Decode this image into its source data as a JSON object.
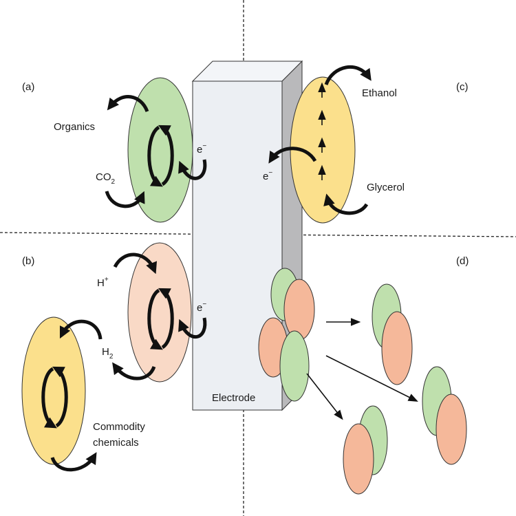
{
  "panels": {
    "a": "(a)",
    "b": "(b)",
    "c": "(c)",
    "d": "(d)"
  },
  "labels": {
    "organics": "Organics",
    "co2_main": "CO",
    "co2_sub": "2",
    "electron_a_main": "e",
    "electron_a_sup": "−",
    "electron_b_main": "e",
    "electron_b_sup": "−",
    "electron_c_main": "e",
    "electron_c_sup": "−",
    "ethanol": "Ethanol",
    "glycerol": "Glycerol",
    "hplus_main": "H",
    "hplus_sup": "+",
    "h2_main": "H",
    "h2_sub": "2",
    "commodity_line1": "Commodity",
    "commodity_line2": "chemicals",
    "electrode": "Electrode"
  },
  "colors": {
    "green_cell": "#bfe0ad",
    "yellow_cell": "#fbe08c",
    "peach_cell": "#f9d9c6",
    "orange_cell": "#f5b89a",
    "electrode_front": "#eceff3",
    "electrode_side": "#b9b9bb",
    "arrow": "#111111"
  }
}
